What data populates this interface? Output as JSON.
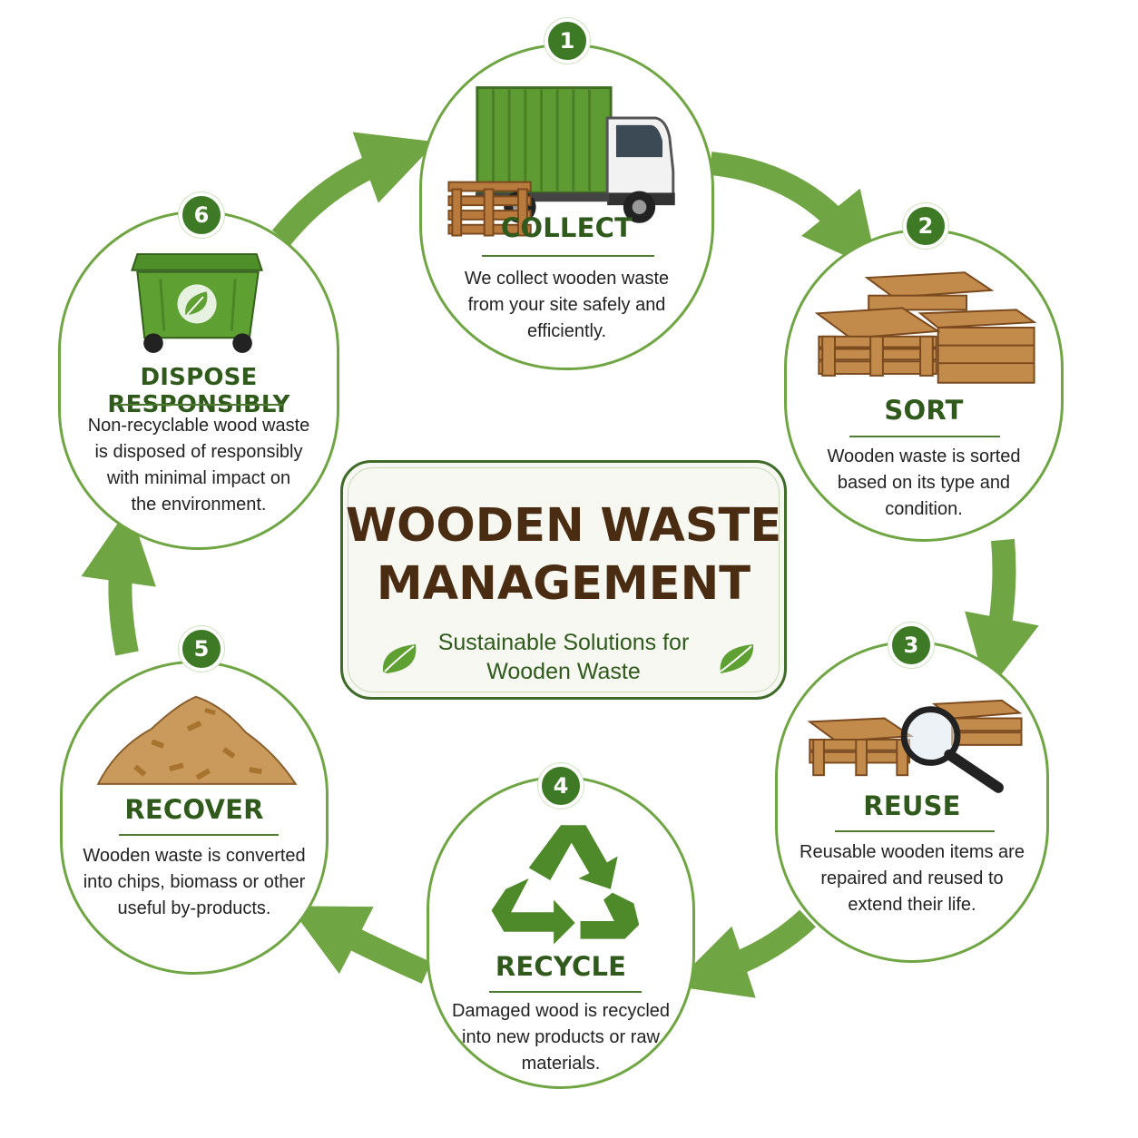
{
  "title_lines": [
    "WOODEN WASTE",
    "MANAGEMENT"
  ],
  "subtitle_lines": [
    "Sustainable Solutions for",
    "Wooden Waste"
  ],
  "colors": {
    "accent_green": "#6fa542",
    "badge_green": "#3e7a25",
    "title_brown": "#4a2c12",
    "step_title_green": "#2f5a1c"
  },
  "steps": [
    {
      "number": "1",
      "title": "COLLECT",
      "icon": "truck-with-pallets-icon",
      "description": [
        "We collect wooden waste",
        "from your site safely and",
        "efficiently."
      ]
    },
    {
      "number": "2",
      "title": "SORT",
      "icon": "stacked-pallets-and-crate-icon",
      "description": [
        "Wooden waste is sorted",
        "based on its type and",
        "condition."
      ]
    },
    {
      "number": "3",
      "title": "REUSE",
      "icon": "pallets-with-magnifier-icon",
      "description": [
        "Reusable wooden items are",
        "repaired and reused to",
        "extend their life."
      ]
    },
    {
      "number": "4",
      "title": "RECYCLE",
      "icon": "recycle-symbol-icon",
      "description": [
        "Damaged wood is recycled",
        "into new products or raw",
        "materials."
      ]
    },
    {
      "number": "5",
      "title": "RECOVER",
      "icon": "wood-chips-pile-icon",
      "description": [
        "Wooden waste is converted",
        "into chips, biomass or other",
        "useful by-products."
      ]
    },
    {
      "number": "6",
      "title": "DISPOSE RESPONSIBLY",
      "icon": "green-waste-bin-icon",
      "description": [
        "Non-recyclable wood waste",
        "is disposed of responsibly",
        "with minimal impact on",
        "the environment."
      ]
    }
  ]
}
